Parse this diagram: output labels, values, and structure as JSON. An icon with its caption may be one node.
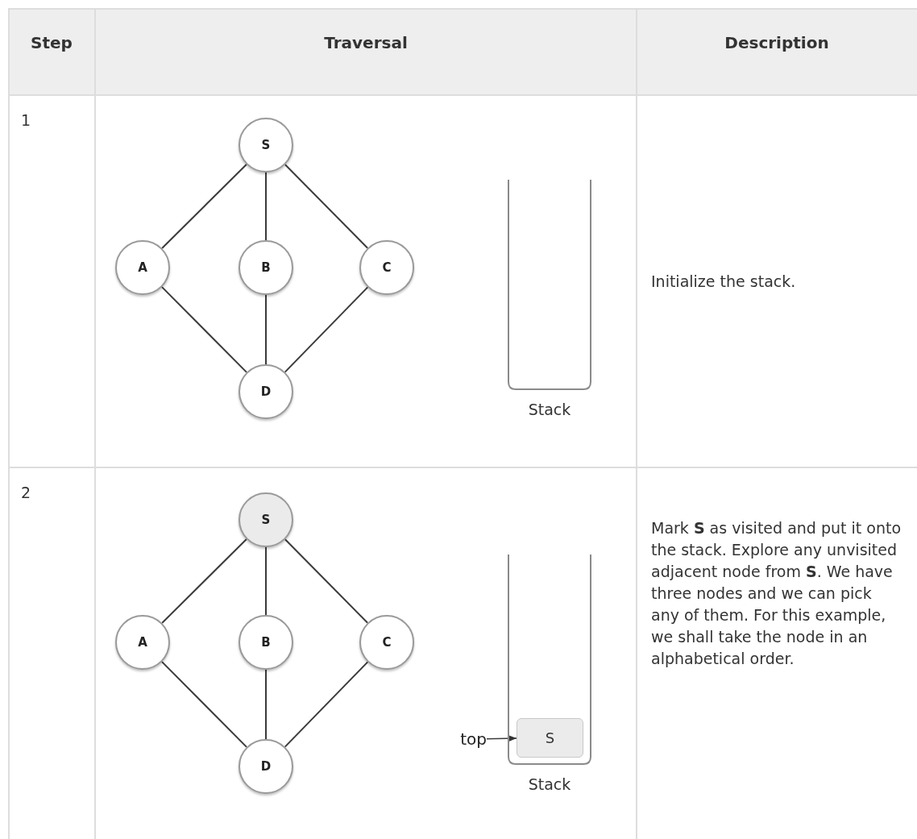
{
  "diagram": {
    "nodes": [
      {
        "text": [
          "S"
        ]
      },
      {
        "text": [
          "A"
        ]
      },
      {
        "text": [
          "B"
        ]
      },
      {
        "text": [
          "C"
        ]
      },
      {
        "text": [
          "D"
        ]
      },
      {
        "text": [],
        "shape": "box",
        "beside": [
          "Stack"
        ]
      },
      {
        "text": [
          "S"
        ]
      },
      {
        "text": [
          "A"
        ]
      },
      {
        "text": [
          "B"
        ]
      },
      {
        "text": [
          "C"
        ]
      },
      {
        "text": [
          "D"
        ]
      },
      {
        "text": [],
        "shape": "box",
        "beside": [
          "Stack"
        ]
      },
      {
        "text": [
          "S"
        ],
        "in": 11
      },
      {
        "text": [
          "top"
        ]
      }
    ],
    "edges": [
      {
        "from": 0,
        "to": 1,
        "arrow": "none"
      },
      {
        "from": 0,
        "to": 2,
        "arrow": "none"
      },
      {
        "from": 0,
        "to": 3,
        "arrow": "none"
      },
      {
        "from": 1,
        "to": 4,
        "arrow": "none"
      },
      {
        "from": 2,
        "to": 4,
        "arrow": "none"
      },
      {
        "from": 3,
        "to": 4,
        "arrow": "none"
      },
      {
        "from": 6,
        "to": 7,
        "arrow": "none"
      },
      {
        "from": 6,
        "to": 8,
        "arrow": "none"
      },
      {
        "from": 6,
        "to": 9,
        "arrow": "none"
      },
      {
        "from": 7,
        "to": 10,
        "arrow": "none"
      },
      {
        "from": 8,
        "to": 10,
        "arrow": "none"
      },
      {
        "from": 9,
        "to": 10,
        "arrow": "none"
      },
      {
        "from": 13,
        "to": 12,
        "arrow": "to"
      }
    ],
    "labels": [
      "Step",
      "Traversal",
      "Description",
      "1",
      "Initialize the stack.",
      "2",
      "Mark **S** as visited and put it onto the stack. Explore any unvisited adjacent node from **S**. We have three nodes and we can pick any of them. For this example, we shall take the node in an alphabetical order."
    ]
  }
}
